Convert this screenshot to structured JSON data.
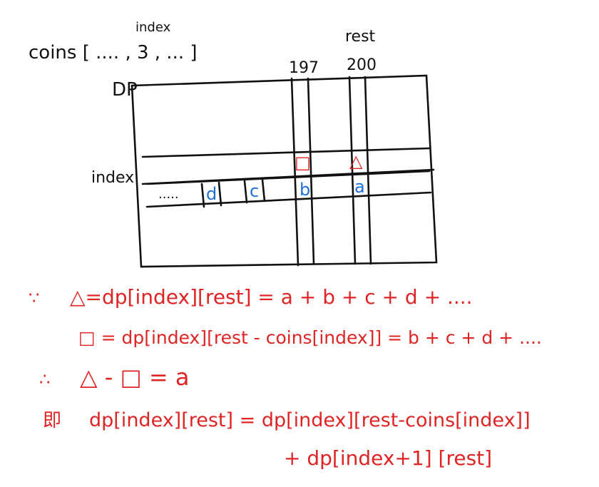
{
  "colors": {
    "ink": "#111111",
    "red": "#e02424",
    "blue": "#1e6fd9"
  },
  "header": {
    "index_label": "index",
    "coins_label": "coins [ .... , 3 , ... ]",
    "rest_label": "rest",
    "col_197": "197",
    "col_200": "200",
    "dp_label": "DP",
    "row_index_label": "index"
  },
  "grid_cells": {
    "ellipsis": ".....",
    "d": "d",
    "c": "c",
    "b": "b",
    "a": "a",
    "square_symbol": "□",
    "triangle_symbol": "△"
  },
  "equations": {
    "line1_prefix": "∵",
    "line1": "△=dp[index][rest] = a + b + c + d + ....",
    "line2": "□ = dp[index][rest - coins[index]] = b + c + d + ....",
    "line3_prefix": "∴",
    "line3": "△ - □ = a",
    "line4_prefix": "即",
    "line4": "dp[index][rest] = dp[index][rest-coins[index]]",
    "line5": "+ dp[index+1] [rest]"
  }
}
